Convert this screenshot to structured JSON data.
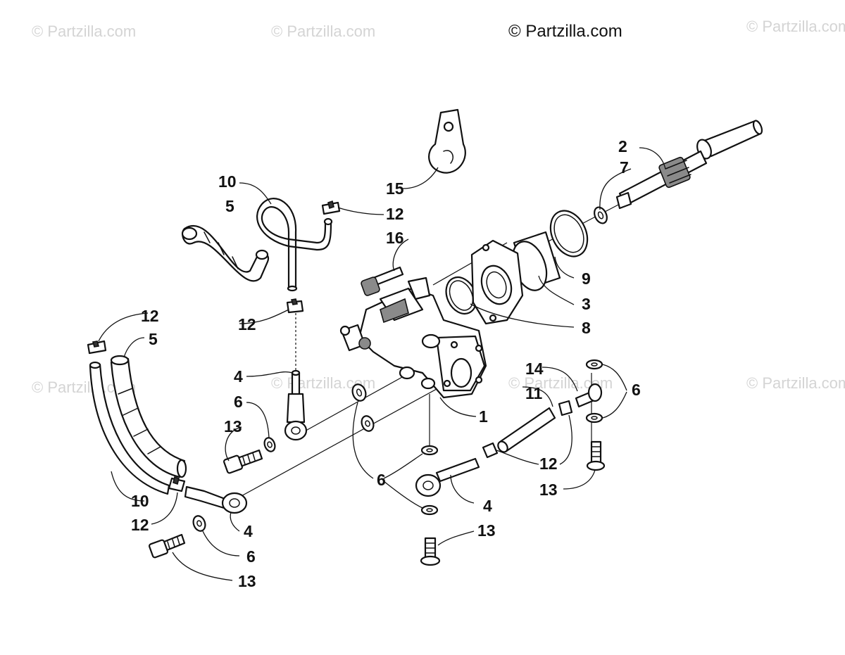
{
  "watermarks": {
    "main": "© Partzilla.com",
    "faint": "© Partzilla.com"
  },
  "callouts": {
    "c1": "1",
    "c2": "2",
    "c3": "3",
    "c4_top": "4",
    "c4_right": "4",
    "c4_bottom": "4",
    "c5_top": "5",
    "c5_left": "5",
    "c6_left": "6",
    "c6_center": "6",
    "c6_bottom": "6",
    "c6_right": "6",
    "c7": "7",
    "c8": "8",
    "c9": "9",
    "c10_top": "10",
    "c10_bottom": "10",
    "c11": "11",
    "c12_top": "12",
    "c12_mid": "12",
    "c12_left": "12",
    "c12_bottom": "12",
    "c12_right": "12",
    "c13_left": "13",
    "c13_bottom": "13",
    "c13_center": "13",
    "c13_right": "13",
    "c14": "14",
    "c15": "15",
    "c16": "16"
  }
}
